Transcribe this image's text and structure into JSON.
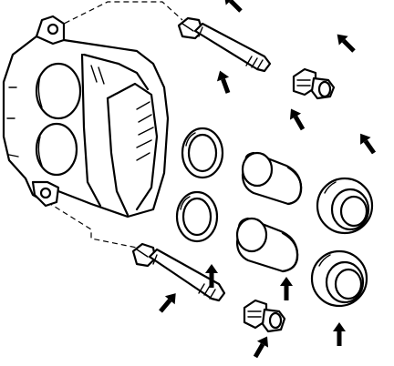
{
  "figure": {
    "background": "#ffffff",
    "line_color": "#000000"
  },
  "arrows": [
    {
      "id": "guide-pin-top",
      "direction": "down-left"
    },
    {
      "id": "bleeder-top",
      "direction": "down-left"
    },
    {
      "id": "seal-upper-left",
      "direction": "down-left"
    },
    {
      "id": "piston-upper",
      "direction": "down-left"
    },
    {
      "id": "dust-boot-upper",
      "direction": "down-left"
    },
    {
      "id": "seal-lower-left",
      "direction": "up"
    },
    {
      "id": "piston-lower",
      "direction": "up"
    },
    {
      "id": "dust-boot-lower",
      "direction": "up"
    },
    {
      "id": "guide-pin-bottom",
      "direction": "up-right"
    },
    {
      "id": "bleeder-bottom",
      "direction": "up-right"
    }
  ]
}
